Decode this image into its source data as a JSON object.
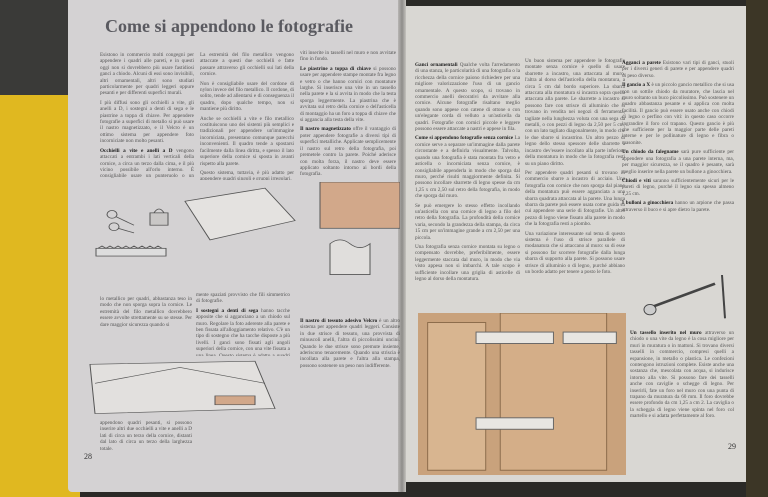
{
  "left_page": {
    "title": "Come si appendono le fotografie",
    "page_number": "28",
    "col1": [
      {
        "head": "",
        "text": "Esistono in commercio molti congegni per appendere i quadri alle pareti, e in questi oggi non si dovrebbero più usare fastidiosi ganci a chiodo. Alcuni di essi sono invisibili, altri ornamentali, altri sono studiati particolarmente per quadri leggeri oppure pesanti e per differenti superfici murali."
      },
      {
        "head": "",
        "text": "I più diffusi sono gli occhielli a vite, gli anelli a D, i sostegni a denti di sega e le piastrine a toppa di chiave. Per appendere fotografie a superfici di metallo si può usare il nastro magnetizzato, e il Velcro è un ottimo sistema per appendere foto incorniciate non molto pesanti."
      },
      {
        "head": "Occhielli a vite e anelli a D",
        "text": "vengono attaccati a entrambi i lati verticali della cornice, a circa un terzo dalla cima, e il più vicino possibile all'orlo interno. È consigliabile usare un punteruolo o un trapano a mano per fare un buco pilota prima di avvitare l'occhiello."
      }
    ],
    "col2": [
      {
        "head": "",
        "text": "La estremità del filo metallico vengono attaccate a questi due occhielli e fatte passare attraverso gli occhielli sui lati della cornice."
      },
      {
        "head": "",
        "text": "Non è consigliabile usare del cordone di nylon invece del filo metallico. Il cordone, di solito, tende ad allentarsi e di conseguenza il quadro, dopo qualche tempo, non si mantiene più diritto."
      },
      {
        "head": "",
        "text": "Anche se occhielli a vite e filo metallico costituiscono uno dei sistemi più semplici e tradizionali per appendere un'immagine incorniciata, presentano comunque parecchi inconvenienti. Il quadro tende a spostarsi facilmente dalla linea diritta, e spesso il lato superiore della cornice si sposta in avanti rispetto alla parete."
      },
      {
        "head": "",
        "text": "Questo sistema, tuttavia, è più adatto per appendere quadri singoli e gruppi irregolari."
      }
    ],
    "col3": [
      {
        "head": "",
        "text": "viti inserite in tasselli nel muro e non avvitate fino in fondo."
      },
      {
        "head": "Le piastrine a toppa di chiave",
        "text": "si possono usare per appendere stampe montate fra legno e vetro o che hanno cornici con montature larghe. Si inserisce una vite in un tassello nella parete e la si avvita in modo che la testa sporga leggermente. La piastrina che è avvitata sul retro della cornice o dell'asticella di montaggio ha un foro a toppa di chiave che si aggancia alla testa della vite."
      },
      {
        "head": "Il nastro magnetizzato",
        "text": "offre il vantaggio di poter appendere fotografie a diversi tipi di superfici metalliche. Applicate semplicemente il nastro sul retro della fotografia, poi premetele contro la parete. Poiché aderisce con molta forza, il nastro deve essere applicato soltanto intorno ai bordi della fotografia."
      }
    ],
    "lower_col1": [
      {
        "head": "",
        "text": "lo metallico per quadri, abbastanza teso in modo che non sporga sopra la cornice. Le estremità del filo metallico dovrebbero essere avvolte strettamente su se stesse. Per dare maggior sicurezza quando si"
      }
    ],
    "lower_col1b": [
      {
        "head": "",
        "text": "appendono quadri pesanti, si possono inserire altri due occhielli a vite e anelli a D lati di circa un terzo della cornice, distanti dal lato di circa un terzo della larghezza totale."
      }
    ],
    "lower_col2": [
      {
        "head": "",
        "text": "mente spaziati provvisto che fili simmetrico di fotografie."
      },
      {
        "head": "I sostegni a denti di sega",
        "text": "hanno tacche apposite che si agganciano a un chiodo sul muro. Regolare la foto aderente alla parete e ben fissata all'alloggiamento relativo. C'è un tipo di sostegno che ha tacche disposte a più livelli. I ganci sono fissati agli angoli superiori della cornice, con una vite fissata a una linea. Questo sistema è adatto a quadri pesanti, si possono usare, invece di chiodi,"
      }
    ],
    "lower_col3": [
      {
        "head": "Il nastro di tessuto adesivo Velcro",
        "text": "è un altro sistema per appendere quadri leggeri. Consiste in due strisce di tessuto, una provvista di minuscoli anelli, l'altra di piccolissimi uncini. Quando le due strisce sono premute insieme, aderiscono tenacemente. Quando una striscia è incollata alla parete e l'altra alla stampa, possono sostenere un peso non indifferente."
      }
    ]
  },
  "right_page": {
    "page_number": "29",
    "col1": [
      {
        "head": "Ganci ornamentali",
        "text": "Qualche volta l'arredamento di una stanza, le particolarità di una fotografia o la ricchezza della cornice paiono richiedere per una migliore valorizzazione l'uso di un gancio ornamentale. A questo scopo, si trovano in commercio anelli decorativi da avvitare alla cornice. Alcune fotografie risaltano meglio quando sono appese con catene di ottone o con un'elegante corda di velluto a un'asticella da quadri. Fotografie con cornici piccole e leggere possono essere attaccate a nastri e appese in fila."
      },
      {
        "head": "Come si appendono fotografie senza cornice",
        "text": "La cornice serve a separare un'immagine dalla parete circostante e a definirla visualmente. Talvolta, quando una fotografia è stata montata fra vetro e asticella o incorniciata senza cornice, è consigliabile appenderla in modo che sporga dal muro, perché risulti maggiormente definita. Si possono incollare sbarrette di legno spesse da cm 1,25 x cm 2,50 sul retro della fotografia, in modo che sporga dal muro."
      },
      {
        "head": "",
        "text": "Se può emergere lo stesso effetto incollando un'asticella con una cornice di legno a filo del retro della fotografia. La profondità della cornice varia, secondo la grandezza della stampa, da circa 15 cm per un'immagine grande a cm 2,50 per una piccola."
      },
      {
        "head": "",
        "text": "Una fotografia senza cornice montata su legno o compensato dovrebbe, preferibilmente, essere leggermente staccata dal muro, in modo che via visto appesa non si imbarchi. A tale scopo è sufficiente incollare una griglia di asticelle di legno al dorso della montatura."
      }
    ],
    "col2": [
      {
        "head": "",
        "text": "Un buon sistema per appendere le fotografie montate senza cornice è quello di usare sbarrette a incastro, una attaccata al muro, l'altra al dorso dell'asticella della montatura, a circa 5 cm dal bordo superiore. La sbarra attaccata alla montatura si incastra sopra quella attaccata alla parete. Le sbarrette a incastro si possono fare con strisce di alluminio che si trovano in vendita nei negozi di ferramenta, tagliate nella lunghezza voluta con una sega da metalli, o con pezzi di legno da 2,50 per 5 cm, con un lato tagliato diagonalmente, in modo che le due sbarre si incastrino. Un altro pezzo di legno dello stesso spessore delle sbarrette a incastro dev'essere incollato alla parte inferiore della montatura in modo che la fotografia resti su un piano diritto."
      },
      {
        "head": "",
        "text": "Per appendere quadri pesanti si trovano in commercio sbarre a incastro di acciaio. Una fotografia con cornice che non sporga dal piano della montatura può essere agganciata a una sbarra quadrata attaccata al la parete. Una lunga sbarra da parete può essere usata come guida su cui appendere una serie di fotografie. Un altro pezzo di legno viene fissato alla parete in modo che la fotografia resti a piombo."
      },
      {
        "head": "",
        "text": "Una variazione interessante sul tema di questo sistema è l'uso di strisce parallele di modanatura che si attaccano al muro: su di esse si possono far scorrere fotografie dalla lunga sbarra di supporto alla parete. Si possono usare strisce di alluminio o di legno, purché abbiano un bordo adatto per tenere a posto le foto."
      }
    ],
    "col3": [
      {
        "head": "Agganci a parete",
        "text": "Esistono vari tipi di ganci, stuoli per i diversi generi di parete e per appendere quadri di peso diverso."
      },
      {
        "head": "Il gancio a X",
        "text": "è un piccolo gancio metallico che si usa con un sottile chiodo da muratore, che lascia nel muro soltanto un buco piccolissimo. Può sostenere un quadro abbastanza pesante e si applica con molta facilità. Il gancio può essere usato anche con chiodi di legno o perfino con viti: in questo caso occorre ingrandire il foro col trapano. Questo gancio è più che sufficiente per la maggior parte delle pareti interne e per le pollinature di legno e fibra o masonite."
      },
      {
        "head": "Un chiodo da falegname",
        "text": "sarà pure sufficiente per appendere una fotografia a una parete interna, ma, per maggior sicurezza, se il quadro è pesante, sarà meglio inserire nella parete un bullone a ginocchiera."
      },
      {
        "head": "Chiodi e viti",
        "text": "saranno sufficientemente sicuri per le pareti di legno, purché il legno sia spesso almeno 1,25 cm."
      },
      {
        "head": "I bulloni a ginocchiera",
        "text": "hanno un arpione che passa attraverso il buco e si apre dietro la parete."
      }
    ],
    "caption": [
      {
        "head": "Un tassello inserito nel muro",
        "text": "attraverso un chiodo o una vite da legno è la cosa migliore per muri in muratura o in mattoni. Si trovano diversi tasselli in commercio, compresi quelli a espansione, in metallo o plastica. Le confezioni contengono istruzioni complete. Esiste anche una sostanza che, mescolata con acqua, si indurisce intorno alla vite. Si possono fare dei tasselli anche con caviglie o schegge di legno. Per inserirli, fate un foro nel muro con una punta di trapano da muratura da 60 mm. Il foro dovrebbe essere profondo da cm 1,25 a cm 2. La caviglia o la scheggia di legno viene spinta nel foro col martello e si adatta perfettamente al foro."
      }
    ]
  },
  "colors": {
    "page": "#d6d4d2",
    "background": "#2b2a27",
    "book_yellow": "#e0b820",
    "wood": "#c9a27c"
  }
}
